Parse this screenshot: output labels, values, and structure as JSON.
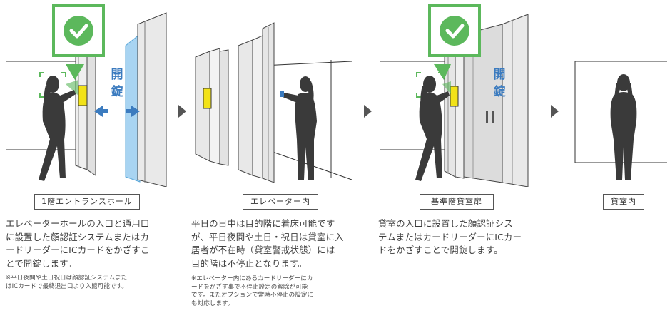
{
  "icons": {
    "check": "check-mark",
    "face_scan": "face-recognition-frame",
    "door_arrows": "left-right-arrows"
  },
  "colors": {
    "check_green": "#5cb85c",
    "card_reader": "#f2e218",
    "door_blue": "#3b7bbf",
    "glass_blue": "#a8d4f2",
    "silhouette": "#3a3a3a"
  },
  "stages": [
    {
      "label": "1階エントランスホール",
      "unlock_text": [
        "開",
        "錠"
      ],
      "desc": [
        "エレベーターホールの入口と通用口",
        "に設置した顔認証システムまたはカ",
        "ードリーダーにICカードをかざすこ",
        "とで開錠します。"
      ],
      "note": [
        "※平日夜間や土日祝日は顔認証システムまた",
        "はICカードで最終退出口より入館可能です。"
      ]
    },
    {
      "label": "エレベーター内",
      "desc": [
        "平日の日中は目的階に着床可能です",
        "が、平日夜間や土日・祝日は貸室に入",
        "居者が不在時（貸室警戒状態）には",
        "目的階は不停止となります。"
      ],
      "note": [
        "※エレベーター内にあるカードリーダーにカ",
        "ードをかざす事で不停止設定の解除が可能",
        "です。またオプションで常時不停止の設定に",
        "も対応します。"
      ]
    },
    {
      "label": "基準階貸室扉",
      "unlock_text": [
        "開",
        "錠"
      ],
      "desc": [
        "貸室の入口に設置した顔認証シス",
        "テムまたはカードリーダーにICカー",
        "ドをかざすことで開錠します。"
      ]
    },
    {
      "label": "貸室内"
    }
  ]
}
